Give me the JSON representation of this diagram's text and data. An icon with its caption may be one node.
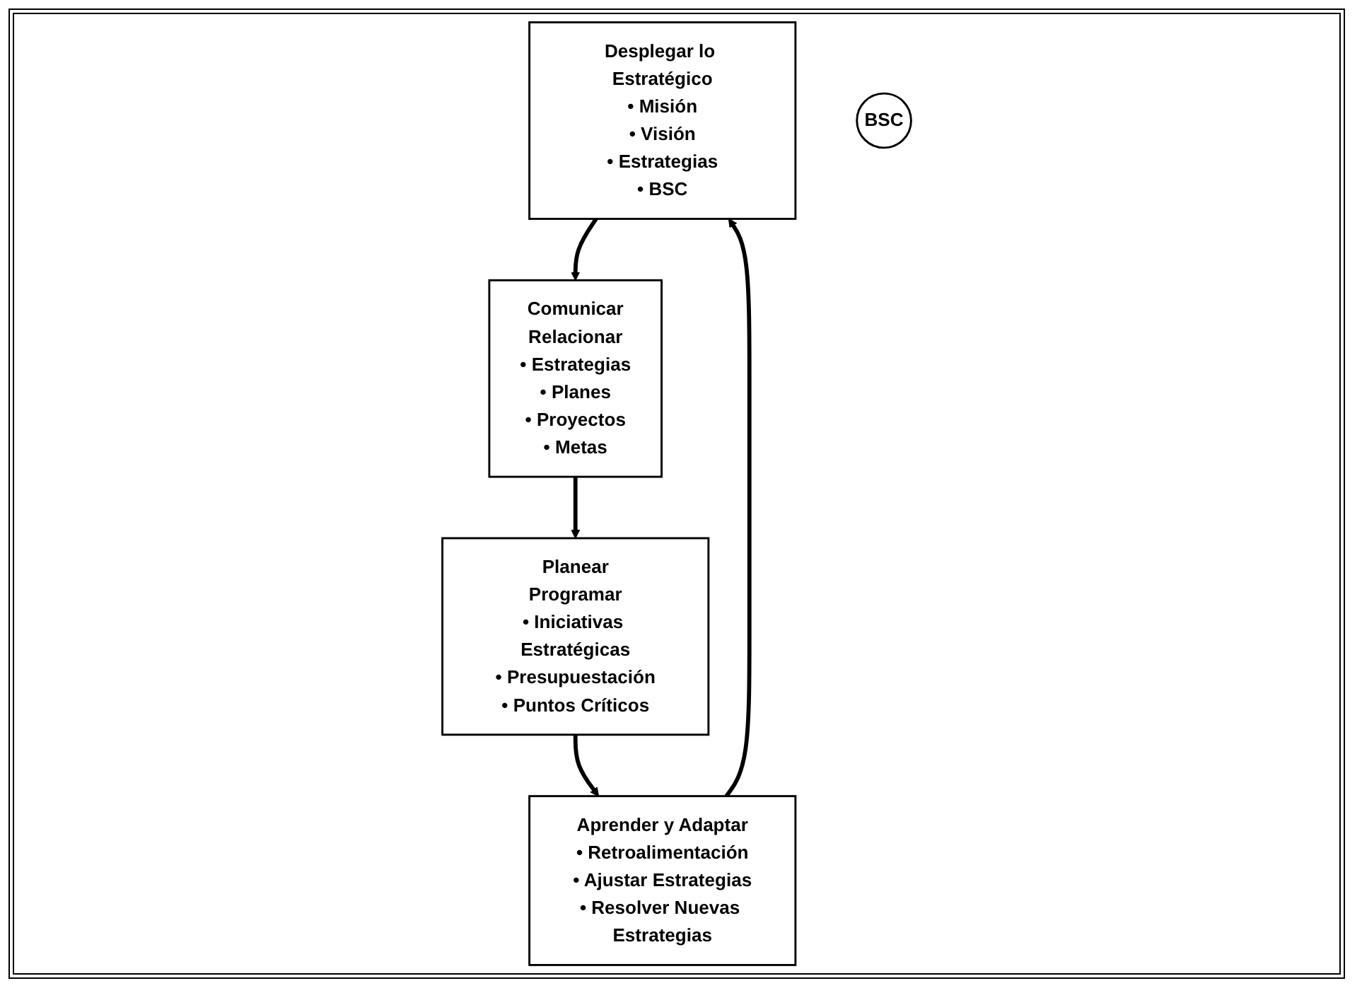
{
  "diagram": {
    "nodes": [
      {
        "text": [
          "Desplegar lo Estratégico",
          "• Misión",
          "• Visión",
          "• Estrategias",
          "• BSC"
        ]
      },
      {
        "text": [
          "Comunicar",
          "Relacionar",
          "• Estrategias",
          "• Planes",
          "• Proyectos",
          "• Metas"
        ]
      },
      {
        "text": [
          "BSC"
        ]
      },
      {
        "text": [
          "Aprender y Adaptar",
          "• Retroalimentación",
          "• Ajustar Estrategias",
          "• Resolver Nuevas Estrategias"
        ]
      },
      {
        "text": [
          "Planear",
          "Programar",
          "• Iniciativas Estratégicas",
          "• Presupuestación",
          "• Puntos Críticos"
        ]
      }
    ],
    "edges": [
      {
        "from": 0,
        "to": 1,
        "arrow": "to"
      },
      {
        "from": 1,
        "to": 4,
        "arrow": "to"
      },
      {
        "from": 4,
        "to": 3,
        "arrow": "to"
      },
      {
        "from": 3,
        "to": 0,
        "arrow": "to"
      }
    ]
  }
}
